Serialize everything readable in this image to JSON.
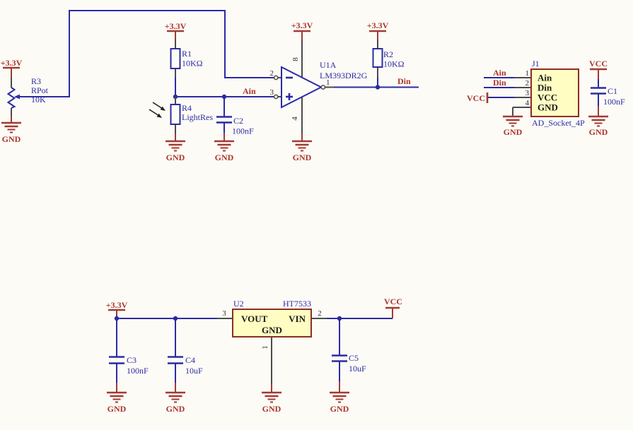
{
  "document": {
    "type": "circuit-schematic",
    "description": "Light sensor comparator schematic with AD socket connector and 3.3V LDO regulator section"
  },
  "colors": {
    "wire": "#2b2ba3",
    "component_outline": "#2b2ba3",
    "designator_text": "#2b2ba3",
    "power_symbol": "#a23a32",
    "power_text": "#ab352b",
    "pin_stub": "#4b4b4b",
    "ic_fill": "#fffdc2",
    "ic_border": "#8e2d24",
    "background": "#fcfbf6"
  },
  "labels": {
    "v33": "+3.3V",
    "vcc": "VCC",
    "gnd": "GND"
  },
  "nets": {
    "ain": "Ain",
    "din": "Din"
  },
  "components": {
    "r1": {
      "ref": "R1",
      "value": "10KΩ"
    },
    "r2": {
      "ref": "R2",
      "value": "10KΩ"
    },
    "r3": {
      "ref": "R3",
      "value": "RPot",
      "rating": "10K"
    },
    "r4": {
      "ref": "R4",
      "value": "LightRes"
    },
    "c1": {
      "ref": "C1",
      "value": "100nF"
    },
    "c2": {
      "ref": "C2",
      "value": "100nF"
    },
    "c3": {
      "ref": "C3",
      "value": "100nF"
    },
    "c4": {
      "ref": "C4",
      "value": "10uF"
    },
    "c5": {
      "ref": "C5",
      "value": "10uF"
    },
    "u1": {
      "ref": "U1A",
      "part": "LM393DR2G",
      "minus": "−",
      "plus": "+",
      "pins": {
        "inv": "2",
        "nin": "3",
        "out": "1",
        "vcc": "8",
        "gnd": "4"
      }
    },
    "u2": {
      "ref": "U2",
      "part": "HT7533",
      "pin_names": {
        "vout": "VOUT",
        "vin": "VIN",
        "gnd": "GND"
      },
      "pins": {
        "vout": "3",
        "vin": "2",
        "gnd": "1"
      }
    },
    "j1": {
      "ref": "J1",
      "part": "AD_Socket_4P",
      "pin_names": {
        "p1": "Ain",
        "p2": "Din",
        "p3": "VCC",
        "p4": "GND"
      },
      "pins": {
        "p1": "1",
        "p2": "2",
        "p3": "3",
        "p4": "4"
      }
    }
  }
}
